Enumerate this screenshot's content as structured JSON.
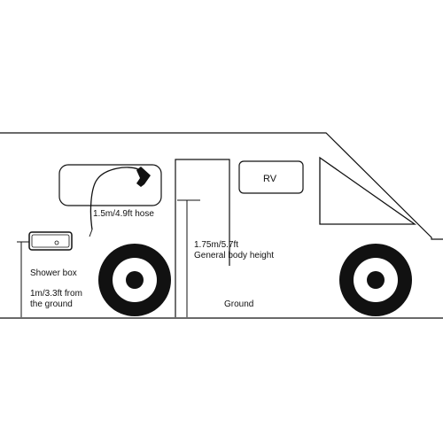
{
  "labels": {
    "rv": "RV",
    "hose": "1.5m/4.9ft hose",
    "height_value": "1.75m/5.7ft",
    "height_desc": "General body height",
    "shower_box": "Shower box",
    "box_height_value": "1m/3.3ft  from",
    "box_height_desc": "the ground",
    "ground": "Ground"
  },
  "colors": {
    "line": "#111111",
    "background": "#ffffff"
  }
}
